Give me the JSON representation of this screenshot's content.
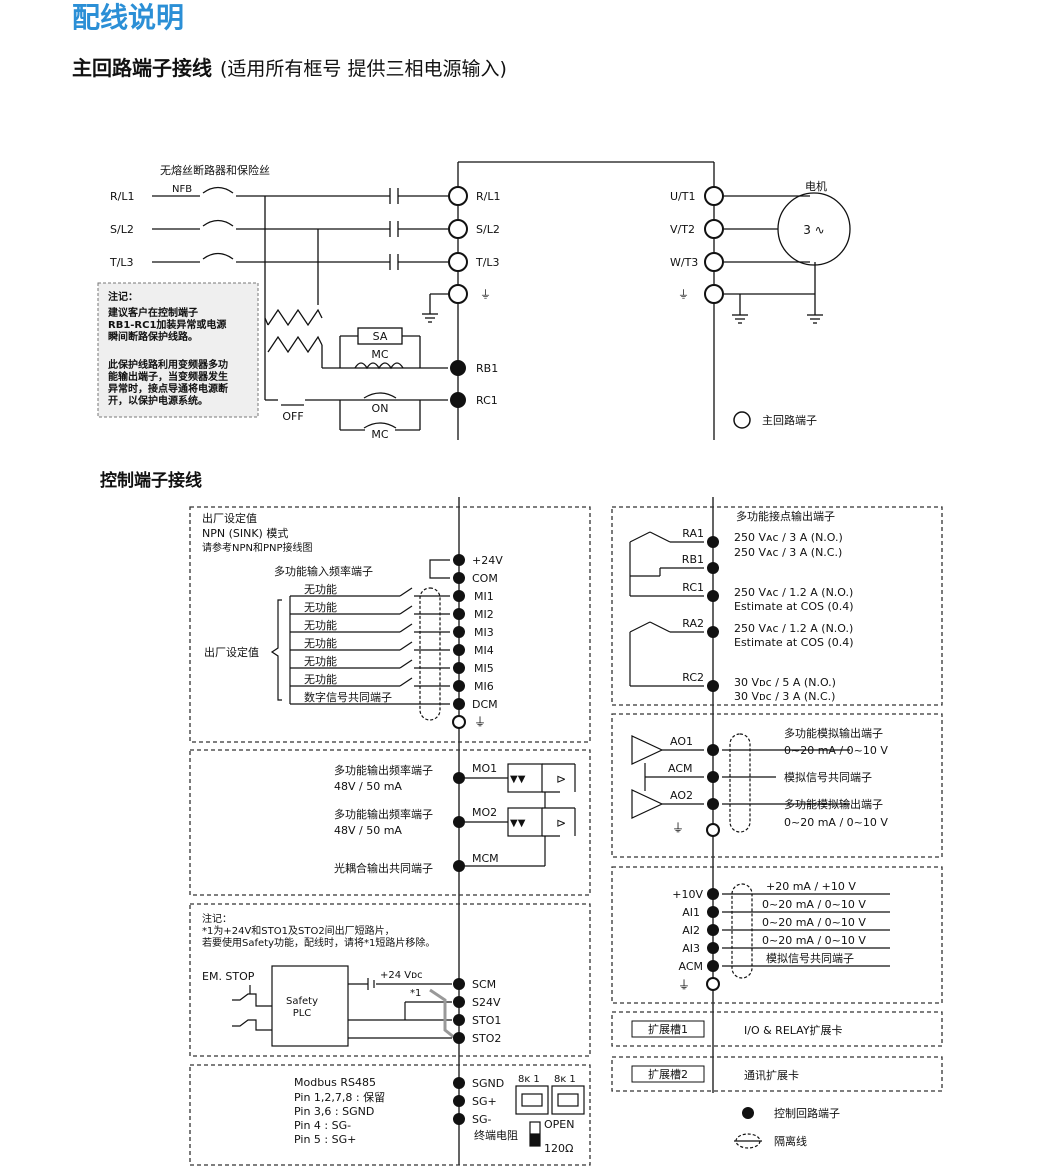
{
  "title": "配线说明",
  "main_circuit": {
    "heading": "主回路端子接线",
    "heading_note": "(适用所有框号 提供三相电源输入)",
    "breaker_label": "无熔丝断路器和保险丝",
    "nfb": "NFB",
    "input_lines": [
      "R/L1",
      "S/L2",
      "T/L3"
    ],
    "input_terminals": [
      "R/L1",
      "S/L2",
      "T/L3"
    ],
    "output_terminals": [
      "U/T1",
      "V/T2",
      "W/T3"
    ],
    "motor_label": "电机",
    "motor_symbol": "3 ∿",
    "relay_terminals": [
      "RB1",
      "RC1"
    ],
    "sa": "SA",
    "mc": "MC",
    "on": "ON",
    "off": "OFF",
    "note_title": "注记：",
    "note_lines": [
      "建议客户在控制端子",
      "RB1-RC1加装异常或电源",
      "瞬间断路保护线路。",
      "",
      "此保护线路利用变频器多功",
      "能输出端子，当变频器发生",
      "异常时，接点导通将电源断",
      "开，以保护电源系统。"
    ],
    "legend_main": "主回路端子"
  },
  "control": {
    "heading": "控制端子接线",
    "factory_setting": "出厂设定值",
    "npn_mode": "NPN (SINK) 模式",
    "npn_ref": "请参考NPN和PNP接线图",
    "mi_title": "多功能输入频率端子",
    "no_function": [
      "无功能",
      "无功能",
      "无功能",
      "无功能",
      "无功能",
      "无功能"
    ],
    "digital_common": "数字信号共同端子",
    "factory_setting_side": "出厂设定值",
    "input_terminals": [
      "+24V",
      "COM",
      "MI1",
      "MI2",
      "MI3",
      "MI4",
      "MI5",
      "MI6",
      "DCM"
    ],
    "mo": {
      "mo1_label": "多功能输出频率端子",
      "mo1_rating": "48V / 50 mA",
      "mo2_label": "多功能输出频率端子",
      "mo2_rating": "48V / 50 mA",
      "mcm_label": "光耦合输出共同端子",
      "terminals": [
        "MO1",
        "MO2",
        "MCM"
      ]
    },
    "safety": {
      "note_title": "注记：",
      "note_line1": "*1为+24V和STO1及STO2间出厂短路片，",
      "note_line2": "若要使用Safety功能，配线时，请将*1短路片移除。",
      "em_stop": "EM. STOP",
      "plc": "Safety PLC",
      "plc1": "Safety",
      "plc2": "PLC",
      "vdc": "+24 Vᴅᴄ",
      "star": "*1",
      "terminals": [
        "SCM",
        "S24V",
        "STO1",
        "STO2"
      ]
    },
    "rs485": {
      "title": "Modbus RS485",
      "pins": [
        "Pin 1,2,7,8 : 保留",
        "Pin 3,6 : SGND",
        "Pin 4 : SG-",
        "Pin 5 : SG+"
      ],
      "terminals": [
        "SGND",
        "SG+",
        "SG-"
      ],
      "termination": "终端电阻",
      "rj1": "8ᴋ 1",
      "rj2": "8ᴋ 1",
      "open": "OPEN",
      "ohm": "120Ω"
    },
    "relay": {
      "title": "多功能接点输出端子",
      "terminals": [
        "RA1",
        "RB1",
        "RC1",
        "RA2",
        "RC2"
      ],
      "ra1_rating": "250 Vᴀᴄ / 3 A (N.O.)",
      "rb1_rating": "250 Vᴀᴄ / 3 A (N.C.)",
      "rc1_rating1": "250 Vᴀᴄ / 1.2 A (N.O.)",
      "rc1_rating2": "Estimate at COS (0.4)",
      "ra2_rating1": "250 Vᴀᴄ / 1.2 A (N.O.)",
      "ra2_rating2": "Estimate at COS (0.4)",
      "rc2_rating1": "30 Vᴅᴄ / 5 A (N.O.)",
      "rc2_rating2": "30 Vᴅᴄ / 3 A (N.C.)"
    },
    "analog_out": {
      "terminals": [
        "AO1",
        "ACM",
        "AO2"
      ],
      "ao1_label": "多功能模拟输出端子",
      "ao1_range": "0~20 mA / 0~10 V",
      "acm_label": "模拟信号共同端子",
      "ao2_label": "多功能模拟输出端子",
      "ao2_range": "0~20 mA / 0~10 V"
    },
    "analog_in": {
      "terminals": [
        "+10V",
        "AI1",
        "AI2",
        "AI3",
        "ACM"
      ],
      "labels": [
        "+20 mA / +10 V",
        "0~20 mA / 0~10 V",
        "0~20 mA / 0~10 V",
        "0~20 mA / 0~10 V",
        "模拟信号共同端子"
      ]
    },
    "slot1": "扩展槽1",
    "slot1_desc": "I/O & RELAY扩展卡",
    "slot2": "扩展槽2",
    "slot2_desc": "通讯扩展卡",
    "legend_control": "控制回路端子",
    "legend_shield": "隔离线"
  }
}
